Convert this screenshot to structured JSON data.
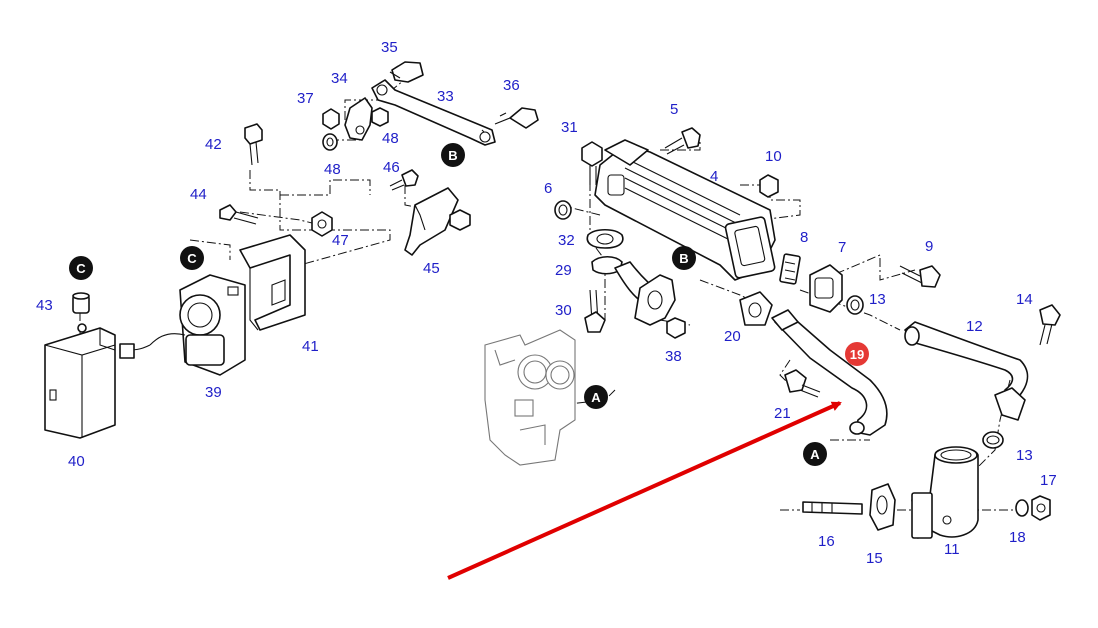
{
  "callouts": {
    "n4": "4",
    "n5": "5",
    "n6": "6",
    "n7": "7",
    "n8": "8",
    "n9": "9",
    "n10": "10",
    "n11": "11",
    "n12": "12",
    "n13a": "13",
    "n13b": "13",
    "n14": "14",
    "n15": "15",
    "n16": "16",
    "n17": "17",
    "n18": "18",
    "n20": "20",
    "n21": "21",
    "n29": "29",
    "n30": "30",
    "n31": "31",
    "n32": "32",
    "n33": "33",
    "n34": "34",
    "n35": "35",
    "n36": "36",
    "n37": "37",
    "n38": "38",
    "n39": "39",
    "n40": "40",
    "n41": "41",
    "n42": "42",
    "n43": "43",
    "n44": "44",
    "n45": "45",
    "n46": "46",
    "n47": "47",
    "n48a": "48",
    "n48b": "48"
  },
  "highlight": {
    "label": "19",
    "color": "#e53935"
  },
  "refs": {
    "a1": "A",
    "a2": "A",
    "b1": "B",
    "b2": "B",
    "c1": "C",
    "c2": "C"
  },
  "colors": {
    "callout": "#1f1fc8",
    "arrow": "#e00000",
    "ref_badge": "#111111"
  }
}
